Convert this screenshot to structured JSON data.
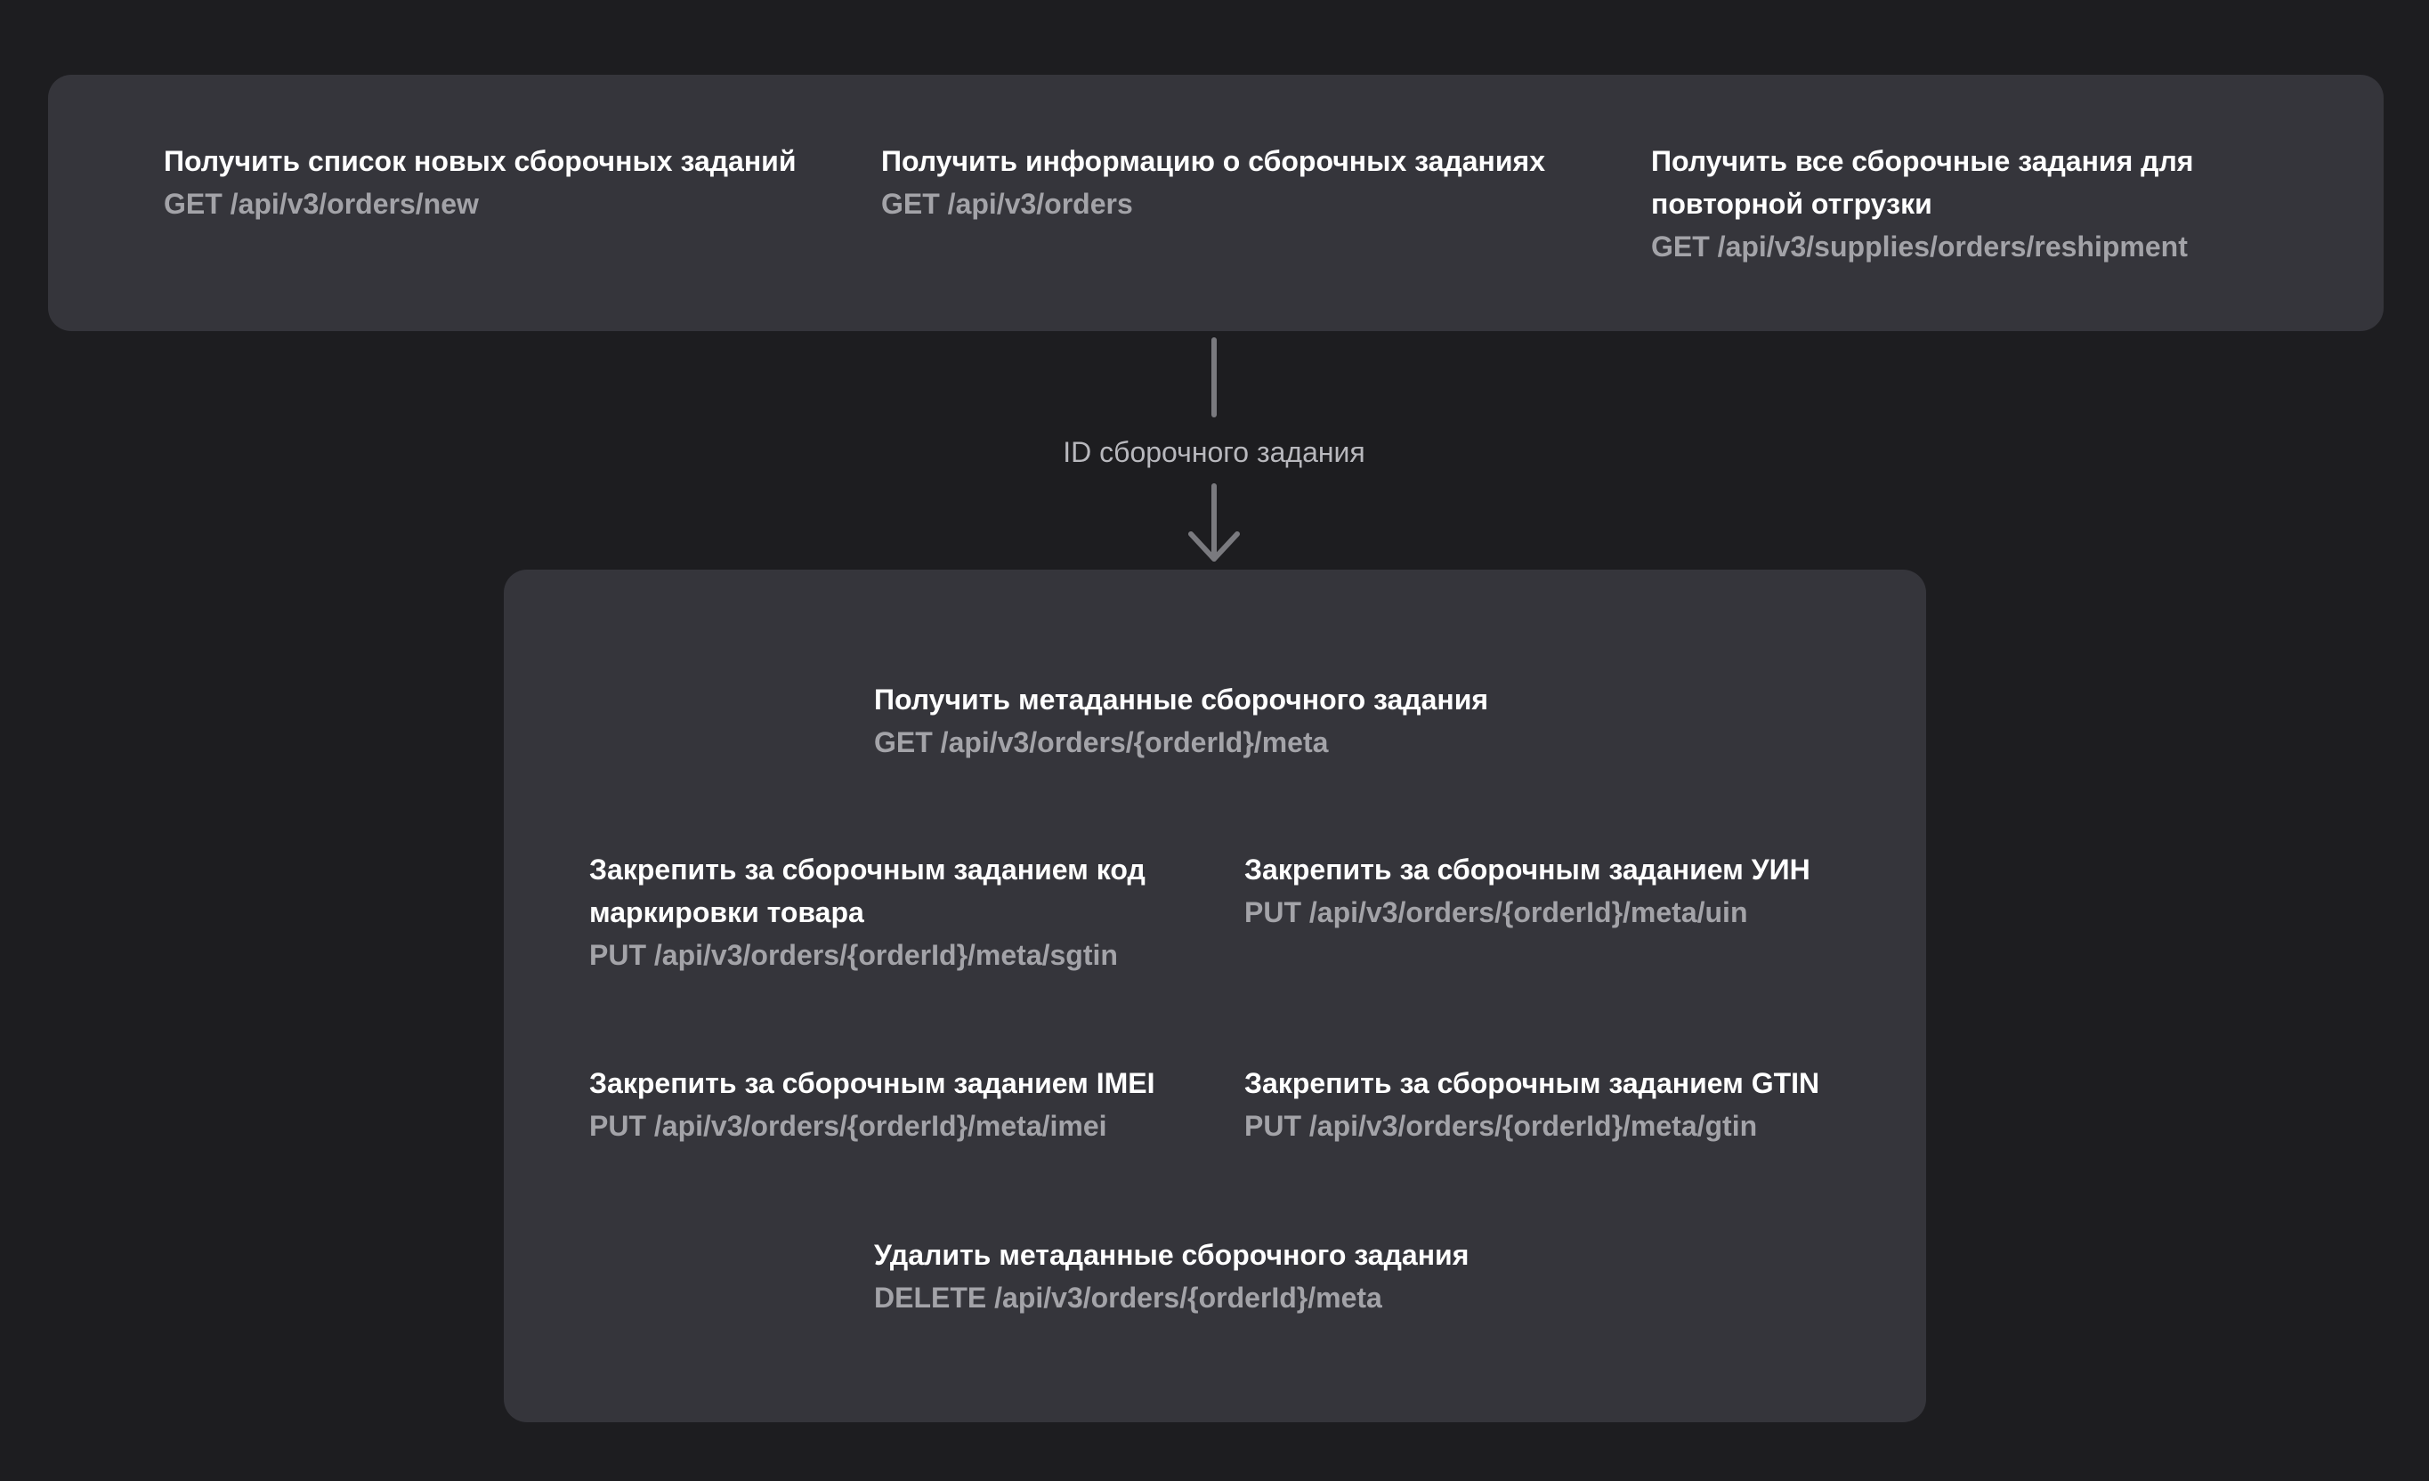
{
  "top_endpoints": [
    {
      "label": "Получить список новых сборочных заданий",
      "path": "GET /api/v3/orders/new"
    },
    {
      "label": "Получить информацию о сборочных заданиях",
      "path": "GET /api/v3/orders"
    },
    {
      "label": "Получить все сборочные задания для повторной отгрузки",
      "path": "GET /api/v3/supplies/orders/reshipment"
    }
  ],
  "connector": {
    "label": "ID сборочного задания"
  },
  "meta_endpoints": {
    "get_meta": {
      "label": "Получить метаданные сборочного задания",
      "path": "GET /api/v3/orders/{orderId}/meta"
    },
    "sgtin": {
      "label": "Закрепить за сборочным заданием код маркировки товара",
      "path": "PUT /api/v3/orders/{orderId}/meta/sgtin"
    },
    "uin": {
      "label": "Закрепить за сборочным заданием УИН",
      "path": "PUT /api/v3/orders/{orderId}/meta/uin"
    },
    "imei": {
      "label": "Закрепить за сборочным заданием IMEI",
      "path": "PUT /api/v3/orders/{orderId}/meta/imei"
    },
    "gtin": {
      "label": "Закрепить за сборочным заданием GTIN",
      "path": "PUT /api/v3/orders/{orderId}/meta/gtin"
    },
    "delete_meta": {
      "label": "Удалить метаданные сборочного задания",
      "path": "DELETE /api/v3/orders/{orderId}/meta"
    }
  },
  "colors": {
    "background": "#1d1d20",
    "panel": "#35353b",
    "label": "#ffffff",
    "path": "#a3a3a8",
    "connector": "#7a7a7f"
  }
}
